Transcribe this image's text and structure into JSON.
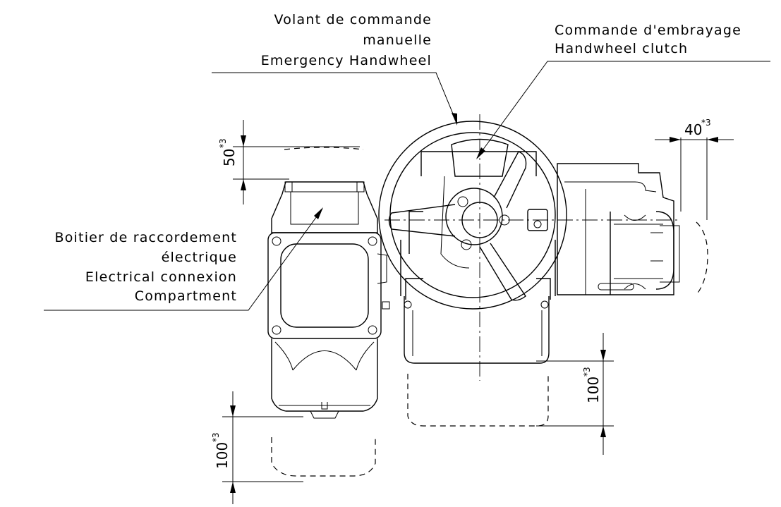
{
  "labels": {
    "handwheel_fr_1": "Volant de commande",
    "handwheel_fr_2": "manuelle",
    "handwheel_en": "Emergency Handwheel",
    "clutch_fr": "Commande d'embrayage",
    "clutch_en": "Handwheel clutch",
    "box_fr_1": "Boitier de raccordement",
    "box_fr_2": "électrique",
    "box_en_1": "Electrical connexion",
    "box_en_2": "Compartment"
  },
  "dimensions": {
    "top_left": {
      "value": "50",
      "note": "*3"
    },
    "right": {
      "value": "40",
      "note": "*3"
    },
    "bottom_center": {
      "value": "100",
      "note": "*3"
    },
    "bottom_left": {
      "value": "100",
      "note": "*3"
    }
  }
}
